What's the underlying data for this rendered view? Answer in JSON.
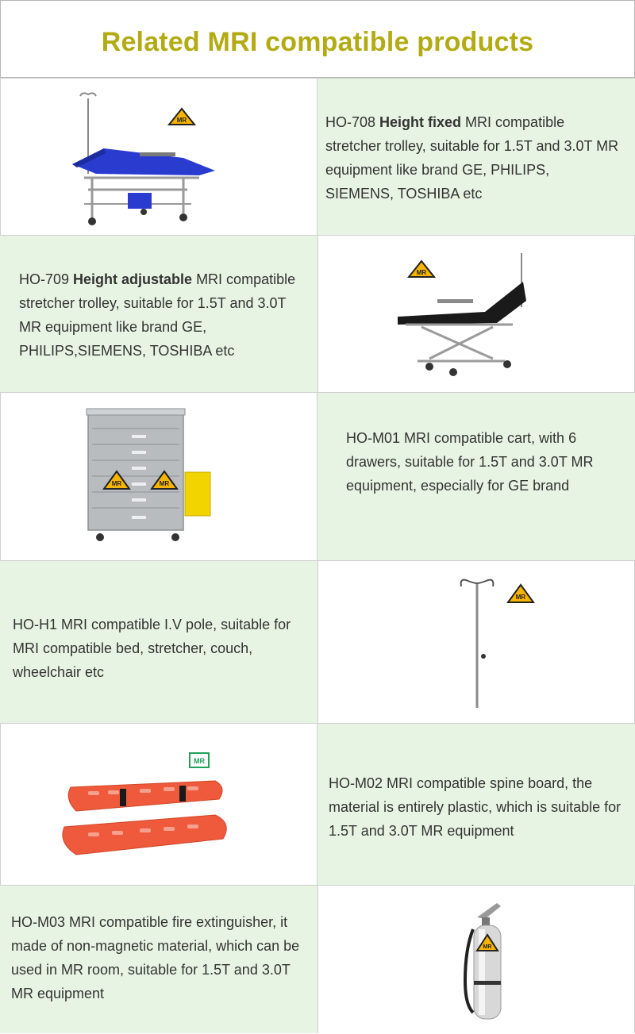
{
  "header": {
    "title": "Related MRI compatible products"
  },
  "badges": {
    "mr_label": "MR"
  },
  "products": [
    {
      "code": "HO-708 ",
      "highlight": "Height fixed",
      "rest": " MRI compatible stretcher trolley, suitable for 1.5T and 3.0T MR equipment like brand GE, PHILIPS, SIEMENS, TOSHIBA etc"
    },
    {
      "code": "HO-709 ",
      "highlight": "Height adjustable",
      "rest": " MRI compatible stretcher trolley, suitable for 1.5T and 3.0T MR equipment like brand GE, PHILIPS,SIEMENS, TOSHIBA etc"
    },
    {
      "text": "HO-M01 MRI compatible cart, with 6 drawers, suitable for 1.5T and 3.0T MR equipment, especially for GE brand"
    },
    {
      "text": "HO-H1 MRI compatible I.V pole, suitable for MRI compatible bed, stretcher, couch, wheelchair etc"
    },
    {
      "text": "HO-M02 MRI compatible spine board, the material is entirely plastic, which is suitable for 1.5T and 3.0T MR equipment"
    },
    {
      "text": "HO-M03 MRI compatible fire extinguisher, it made of non-magnetic material, which can be used in MR room, suitable for 1.5T and 3.0T MR equipment"
    }
  ],
  "colors": {
    "title": "#b3ab14",
    "text_bg": "#e8f4e3",
    "board": "#ef5a3c",
    "stretcher_pad": "#2a3bd0",
    "badge_fill": "#f7b500"
  }
}
